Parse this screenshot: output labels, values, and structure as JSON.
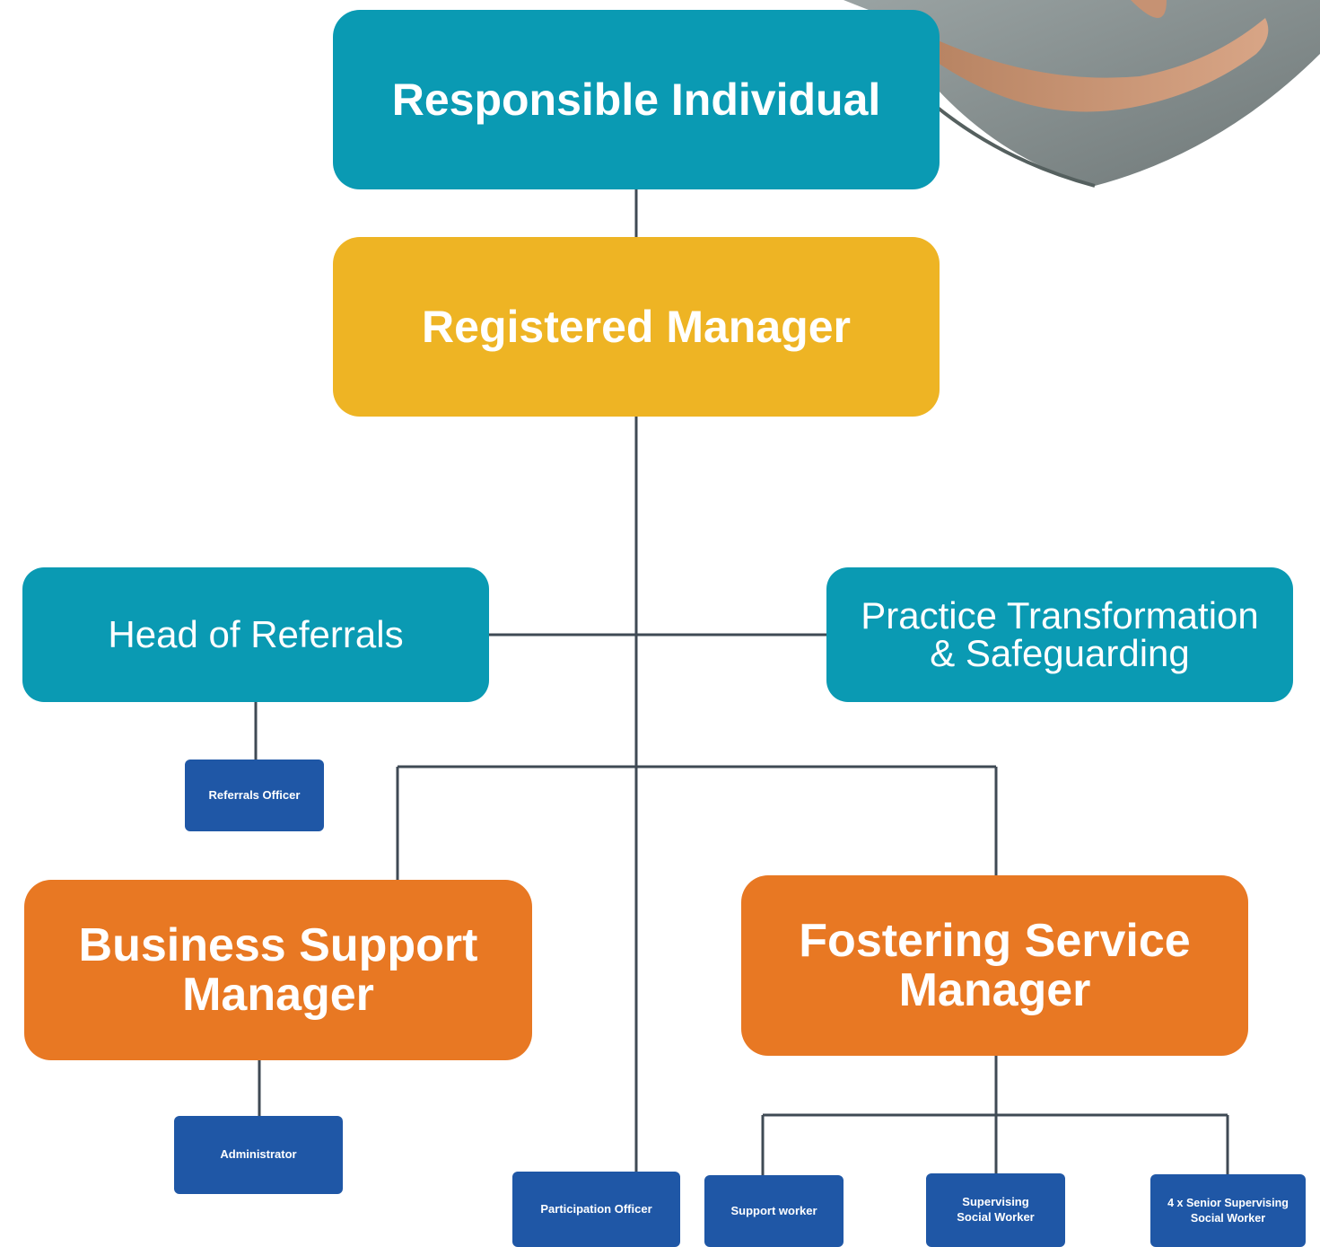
{
  "org_chart": {
    "responsible_individual": "Responsible Individual",
    "registered_manager": "Registered Manager",
    "head_of_referrals": "Head of Referrals",
    "practice_transformation": {
      "line1": "Practice Transformation",
      "line2": "& Safeguarding"
    },
    "referrals_officer": "Referrals Officer",
    "business_support_manager": {
      "line1": "Business Support",
      "line2": "Manager"
    },
    "fostering_service_manager": {
      "line1": "Fostering Service",
      "line2": "Manager"
    },
    "administrator": "Administrator",
    "participation_officer": "Participation Officer",
    "support_worker": "Support worker",
    "supervising_social_worker": {
      "line1": "Supervising",
      "line2": "Social Worker"
    },
    "senior_supervising_social_worker": {
      "line1": "4 x Senior Supervising",
      "line2": "Social Worker"
    }
  },
  "colors": {
    "teal": "#0a9ab3",
    "yellow": "#eeb424",
    "orange": "#e87823",
    "navy": "#1f57a6",
    "connector": "#3f4a54"
  }
}
